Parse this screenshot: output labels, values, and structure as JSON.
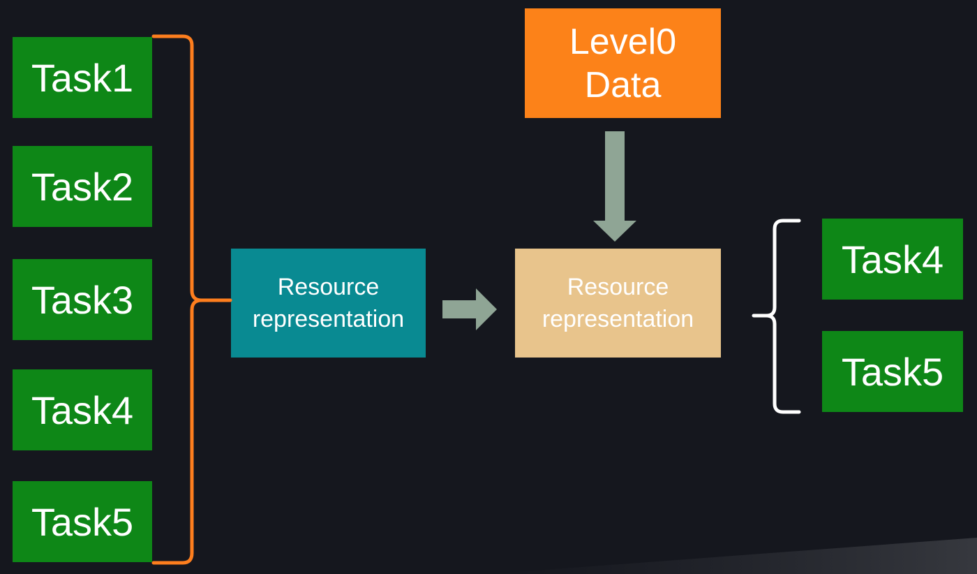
{
  "left_tasks": [
    {
      "label": "Task1"
    },
    {
      "label": "Task2"
    },
    {
      "label": "Task3"
    },
    {
      "label": "Task4"
    },
    {
      "label": "Task5"
    }
  ],
  "right_tasks": [
    {
      "label": "Task4"
    },
    {
      "label": "Task5"
    }
  ],
  "resource_teal": {
    "line1": "Resource",
    "line2": "representation"
  },
  "resource_tan": {
    "line1": "Resource",
    "line2": "representation"
  },
  "data_box": {
    "line1": "Level0",
    "line2": "Data"
  },
  "colors": {
    "background": "#15171e",
    "task_green": "#0e8717",
    "teal": "#098a92",
    "tan": "#e8c48c",
    "orange": "#fc8219",
    "arrow_gray": "#8fa595",
    "brace_orange": "#fd7e1e",
    "brace_white": "#ffffff"
  }
}
